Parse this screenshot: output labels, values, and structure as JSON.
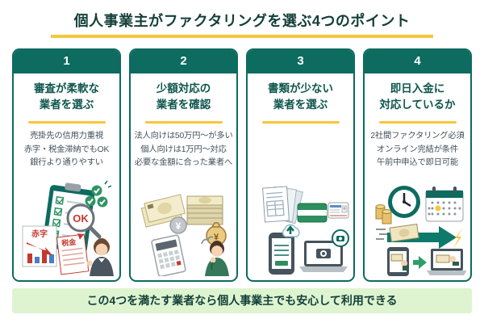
{
  "page": {
    "title": "個人事業主がファクタリングを選ぶ4つのポイント",
    "footer": "この4つを満たす業者なら個人事業主でも安心して利用できる"
  },
  "colors": {
    "teal": "#0d6b60",
    "title_text": "#123f38",
    "yellow_accent": "#f8c63c",
    "banner_bg": "#def4d0",
    "body_text": "#41505a",
    "red_accent": "#c4392e",
    "green_check": "#2f9464"
  },
  "cards": [
    {
      "number": "1",
      "title_line1": "審査が柔軟な",
      "title_line2": "業者を選ぶ",
      "body_lines": [
        "売掛先の信用力重視",
        "赤字・税金滞納でもOK",
        "銀行より通りやすい"
      ],
      "illustration": "checklist-ok-inspection"
    },
    {
      "number": "2",
      "title_line1": "少額対応の",
      "title_line2": "業者を確認",
      "body_lines": [
        "法人向けは50万円〜が多い",
        "個人向けは1万円〜対応",
        "必要な金額に合った業者へ"
      ],
      "illustration": "money-and-calculator"
    },
    {
      "number": "3",
      "title_line1": "書類が少ない",
      "title_line2": "業者を選ぶ",
      "body_lines": [],
      "illustration": "documents-online-upload"
    },
    {
      "number": "4",
      "title_line1": "即日入金に",
      "title_line2": "対応しているか",
      "body_lines": [
        "2社間ファクタリング必須",
        "オンライン完結が条件",
        "午前中申込で即日可能"
      ],
      "illustration": "same-day-payment"
    }
  ],
  "illustration_labels": {
    "ok": "OK",
    "deficit": "赤字",
    "tax": "税金",
    "yen_coin": "¥",
    "yen_bag": "¥"
  }
}
